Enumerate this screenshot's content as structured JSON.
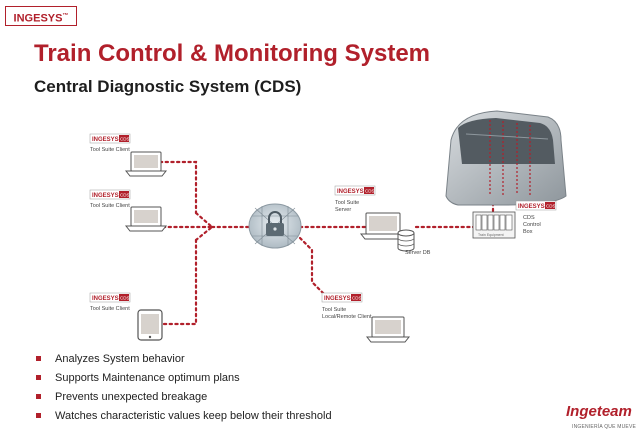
{
  "logo": {
    "text": "INGESYS",
    "mark": "™"
  },
  "title": "Train Control & Monitoring System",
  "subtitle": "Central Diagnostic System (CDS)",
  "diagram": {
    "badge_text": "INGESYS",
    "badge_tag": "CDS",
    "clients": [
      {
        "label": "Tool Suite Client"
      },
      {
        "label": "Tool Suite Client"
      },
      {
        "label": "Tool Suite Client"
      }
    ],
    "server": {
      "line1": "Tool Suite",
      "line2": "Server"
    },
    "server_db": "Server DB",
    "remote": {
      "line1": "Tool Suite",
      "line2": "Local/Remote Client"
    },
    "onboard": {
      "line1": "CDS",
      "line2": "Control",
      "line3": "Box"
    },
    "rack_label": "Train Equipment",
    "colors": {
      "accent": "#b1202b",
      "line": "#b1202b",
      "device": "#555555"
    }
  },
  "bullets": [
    "Analyzes System behavior",
    "Supports Maintenance optimum plans",
    "Prevents unexpected breakage",
    "Watches characteristic values keep below their threshold"
  ],
  "brand": {
    "name": "Ingeteam",
    "tagline": "INGENIERÍA QUE MUEVE"
  }
}
